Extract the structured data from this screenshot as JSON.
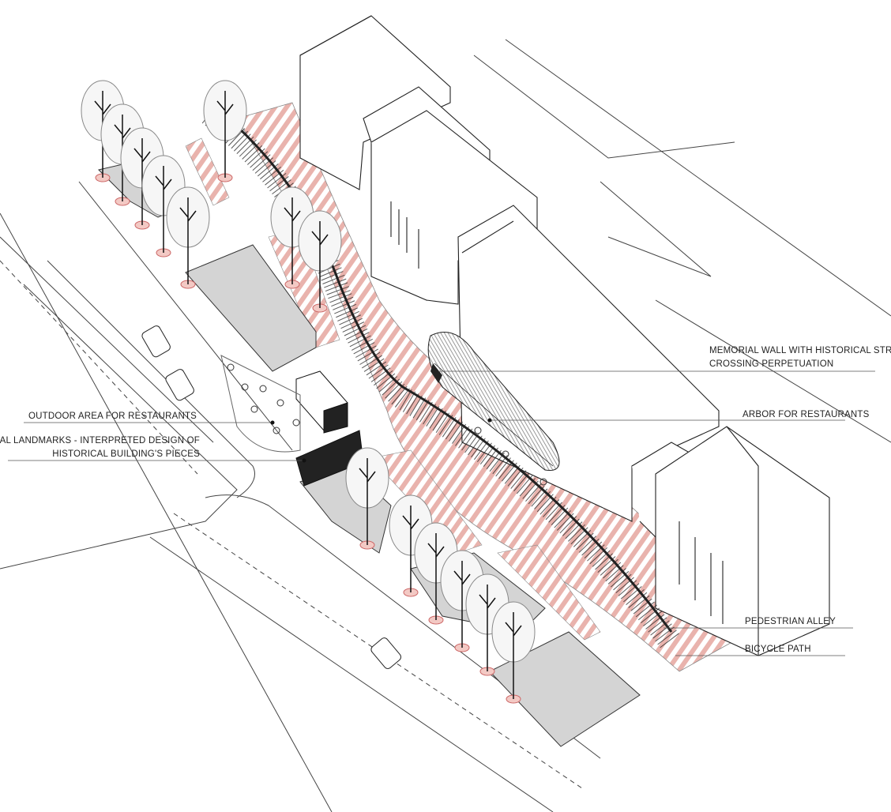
{
  "labels": {
    "memorial_wall_line1": "MEMORIAL WALL WITH HISTORICAL STREET",
    "memorial_wall_line2": "CROSSING PERPETUATION",
    "arbor": "ARBOR FOR RESTAURANTS",
    "outdoor_area": "OUTDOOR AREA FOR RESTAURANTS",
    "landmarks_line1": "LOCAL LANDMARKS - INTERPRETED DESIGN OF",
    "landmarks_line2": "HISTORICAL BUILDING'S PIECES",
    "pedestrian_alley": "PEDESTRIAN ALLEY",
    "bicycle_path": "BICYCLE PATH"
  },
  "colors": {
    "stripe_pink": "#e9b3ad",
    "plaza_gray": "#d4d4d4",
    "line": "#333333",
    "wall_dark": "#222222"
  }
}
